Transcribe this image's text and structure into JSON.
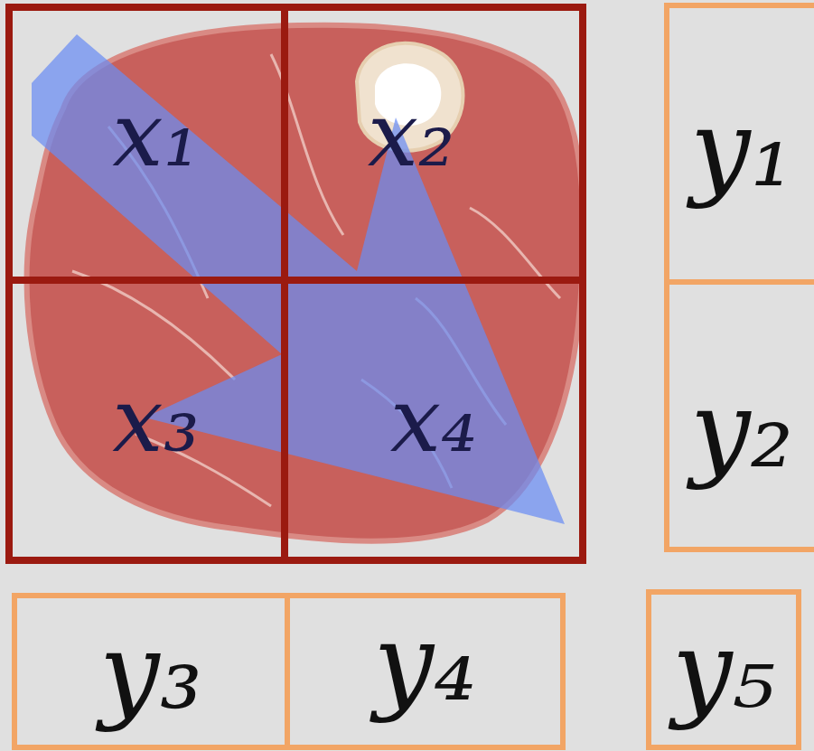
{
  "diagram": {
    "nodes": [
      {
        "text": [
          "x₁"
        ]
      },
      {
        "text": [
          "x₂"
        ]
      },
      {
        "text": [
          "x₃"
        ]
      },
      {
        "text": [
          "x₄"
        ]
      },
      {
        "text": [
          "y₁"
        ]
      },
      {
        "text": [
          "y₂"
        ]
      },
      {
        "text": [
          "y₃"
        ]
      },
      {
        "text": [
          "y₄"
        ]
      },
      {
        "text": [
          "y₅"
        ]
      }
    ]
  }
}
